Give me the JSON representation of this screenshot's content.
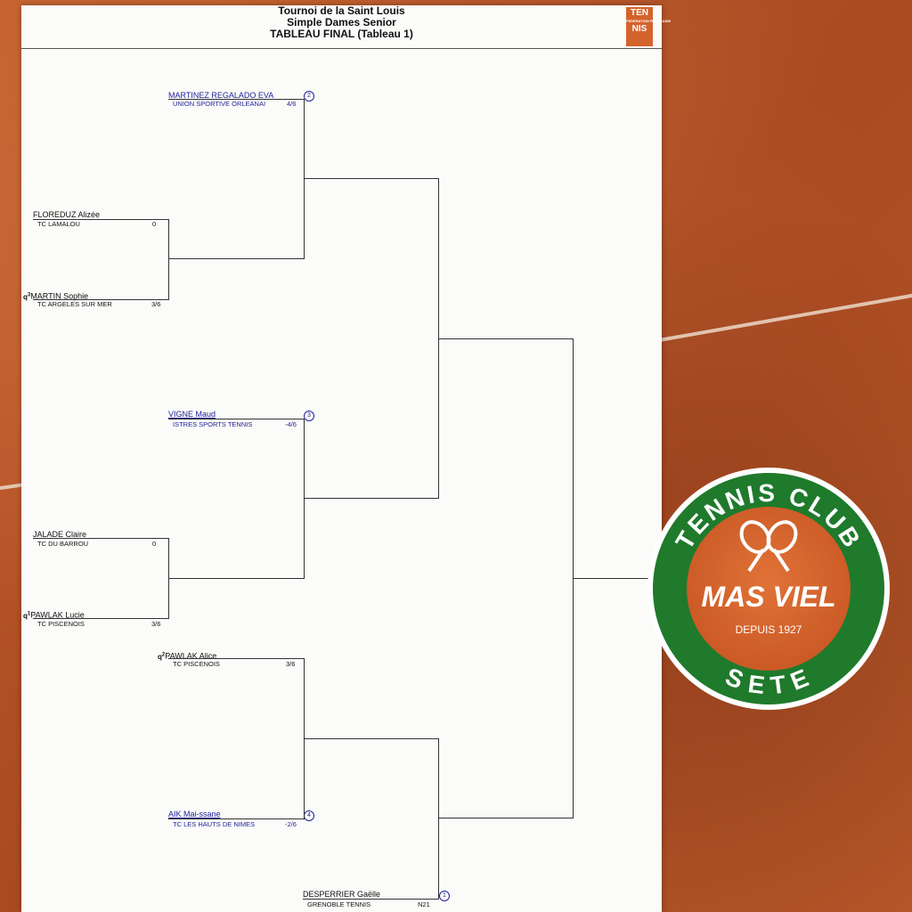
{
  "header": {
    "line1": "Tournoi de la Saint Louis",
    "line2": "Simple Dames Senior",
    "line3": "TABLEAU FINAL (Tableau 1)",
    "logo_top": "TEN",
    "logo_mid": "FEDERATION FRANCAISE",
    "logo_bottom": "NIS"
  },
  "players": [
    {
      "name": "MARTINEZ REGALADO EVA",
      "club": "UNION SPORTIVE ORLEANAI",
      "score": "4/6",
      "seed": "2"
    },
    {
      "name": "FLOREDUZ Alizée",
      "club": "TC LAMALOU",
      "score": "0"
    },
    {
      "qualifier": "q3",
      "name": "MARTIN Sophie",
      "club": "TC ARGELES SUR MER",
      "score": "3/6"
    },
    {
      "name": "VIGNE Maud",
      "club": "ISTRES SPORTS TENNIS",
      "score": "-4/6",
      "seed": "3"
    },
    {
      "name": "JALADE Claire",
      "club": "TC DU BARROU",
      "score": "0"
    },
    {
      "qualifier": "q1",
      "name": "PAWLAK Lucie",
      "club": "TC PISCENOIS",
      "score": "3/6"
    },
    {
      "qualifier": "q2",
      "name": "PAWLAK Alice",
      "club": "TC PISCENOIS",
      "score": "3/6"
    },
    {
      "name": "AIK Mai-ssane",
      "club": "TC LES HAUTS DE NIMES",
      "score": "-2/6",
      "seed": "4"
    },
    {
      "name": "DESPERRIER Gaëlle",
      "club": "GRENOBLE TENNIS",
      "score": "N21",
      "seed": "1"
    }
  ],
  "club_badge": {
    "top_text": "TENNIS CLUB",
    "name": "MAS VIEL",
    "since": "DEPUIS 1927",
    "bottom_text": "SETE",
    "colors": {
      "ring": "#1f7a2c",
      "center": "#d8642c",
      "text": "#ffffff"
    }
  }
}
